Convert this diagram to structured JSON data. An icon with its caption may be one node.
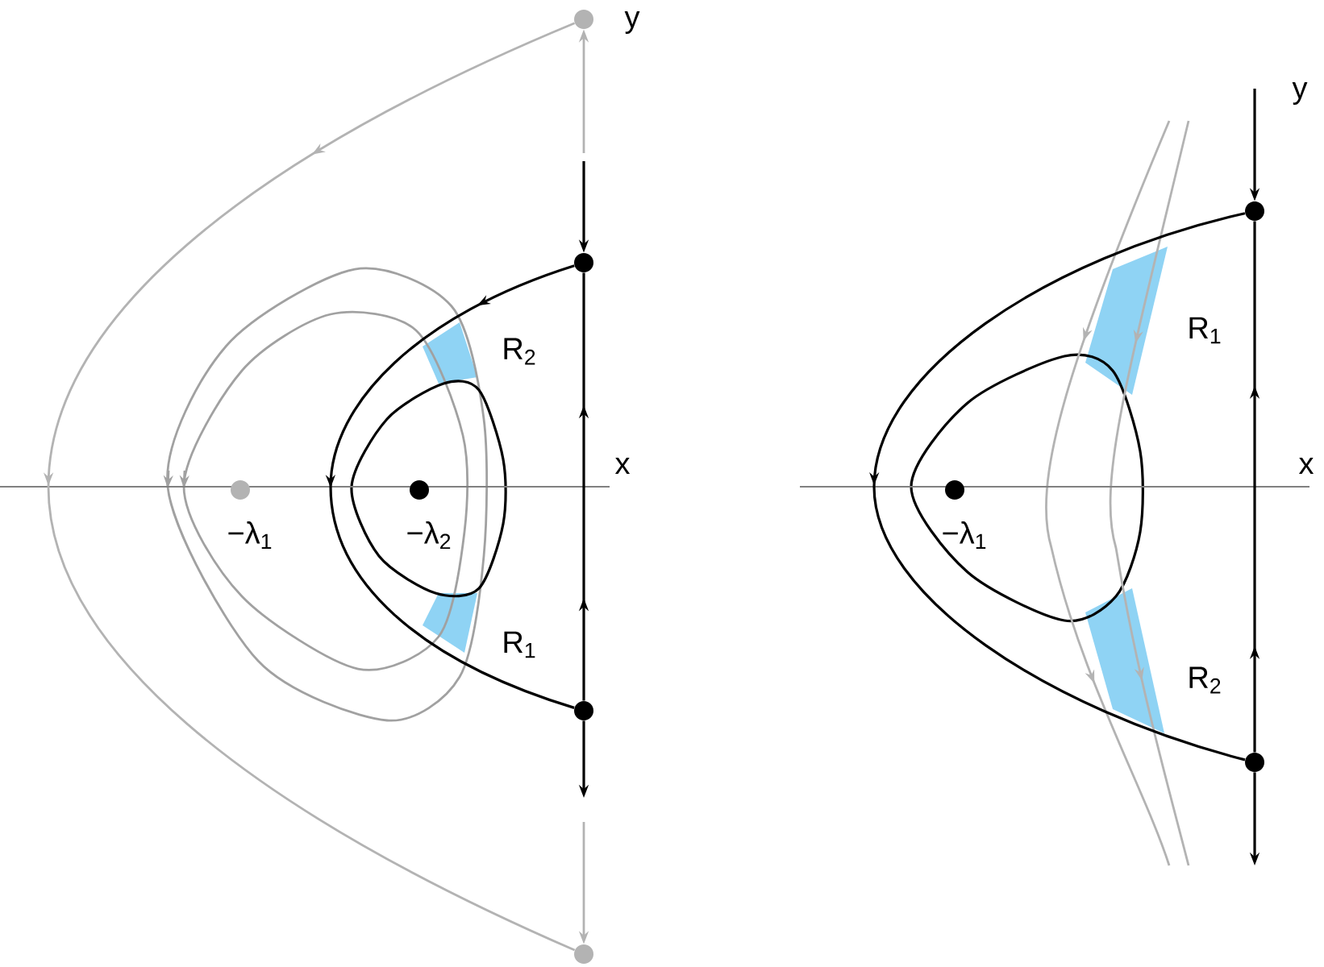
{
  "diagram": {
    "nodes": [
      {
        "text": [],
        "shape": "circle"
      },
      {
        "text": [],
        "shape": "circle"
      },
      {
        "text": [],
        "shape": "circle"
      },
      {
        "text": [],
        "shape": "circle"
      },
      {
        "text": [],
        "shape": "circle",
        "beside": [
          "−λ$_{1}$"
        ]
      },
      {
        "text": [],
        "shape": "circle",
        "beside": [
          "−λ$_{2}$"
        ]
      },
      {
        "text": [],
        "shape": "circle"
      },
      {
        "text": [],
        "shape": "circle"
      },
      {
        "text": [],
        "shape": "circle",
        "beside": [
          "−λ$_{1}$"
        ]
      }
    ],
    "edges": [
      {
        "from": 0,
        "to": 3,
        "arrow": "to",
        "color": "#b3b3b3"
      },
      {
        "from": null,
        "to": 0,
        "arrow": "to",
        "color": "#b3b3b3"
      },
      {
        "from": null,
        "to": 1,
        "arrow": "to"
      },
      {
        "from": 2,
        "to": 1,
        "arrow": "to"
      },
      {
        "from": 1,
        "to": 2,
        "arrow": "to"
      },
      {
        "from": 2,
        "to": null,
        "arrow": "to"
      },
      {
        "from": null,
        "to": 3,
        "arrow": "to",
        "color": "#b3b3b3"
      },
      {
        "from": null,
        "to": 6,
        "arrow": "to"
      },
      {
        "from": 7,
        "to": 6,
        "arrow": "to"
      },
      {
        "from": 6,
        "to": 7,
        "arrow": "to"
      },
      {
        "from": 7,
        "to": null,
        "arrow": "to"
      }
    ],
    "labels": [
      "y",
      "x",
      "R$_{2}$",
      "R$_{1}$",
      "y",
      "x",
      "R$_{1}$",
      "R$_{2}$"
    ]
  }
}
